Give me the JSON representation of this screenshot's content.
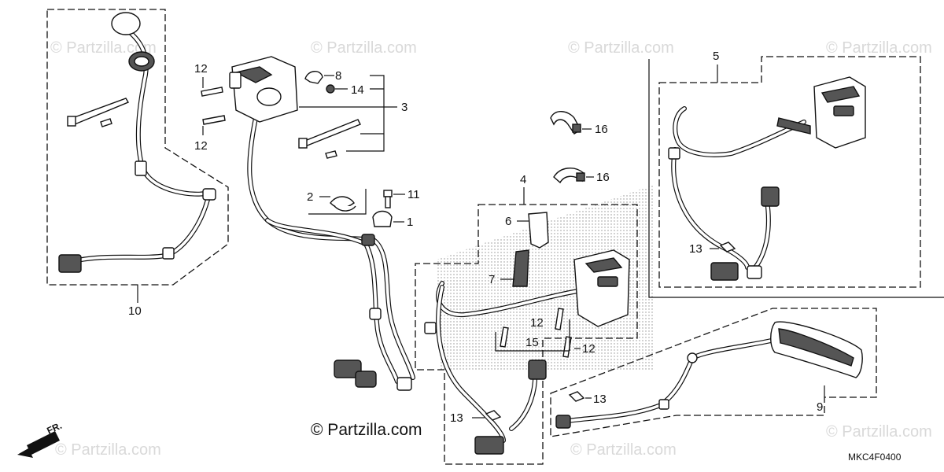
{
  "diagram": {
    "diagram_code": "MKC4F0400",
    "front_indicator": "FR.",
    "watermark_main": "© Partzilla.com",
    "watermark_faint": "© Partzilla.com",
    "callouts": [
      "1",
      "2",
      "3",
      "4",
      "5",
      "6",
      "7",
      "8",
      "9",
      "10",
      "11",
      "12",
      "13",
      "14",
      "15",
      "16"
    ],
    "callout_labels": {
      "c1": "1",
      "c2": "2",
      "c3": "3",
      "c4": "4",
      "c5": "5",
      "c6": "6",
      "c7": "7",
      "c8": "8",
      "c9": "9",
      "c10": "10",
      "c11": "11",
      "c12a": "12",
      "c12b": "12",
      "c12c": "12",
      "c12d": "12",
      "c13a": "13",
      "c13b": "13",
      "c13c": "13",
      "c14": "14",
      "c15": "15",
      "c16a": "16",
      "c16b": "16"
    }
  }
}
